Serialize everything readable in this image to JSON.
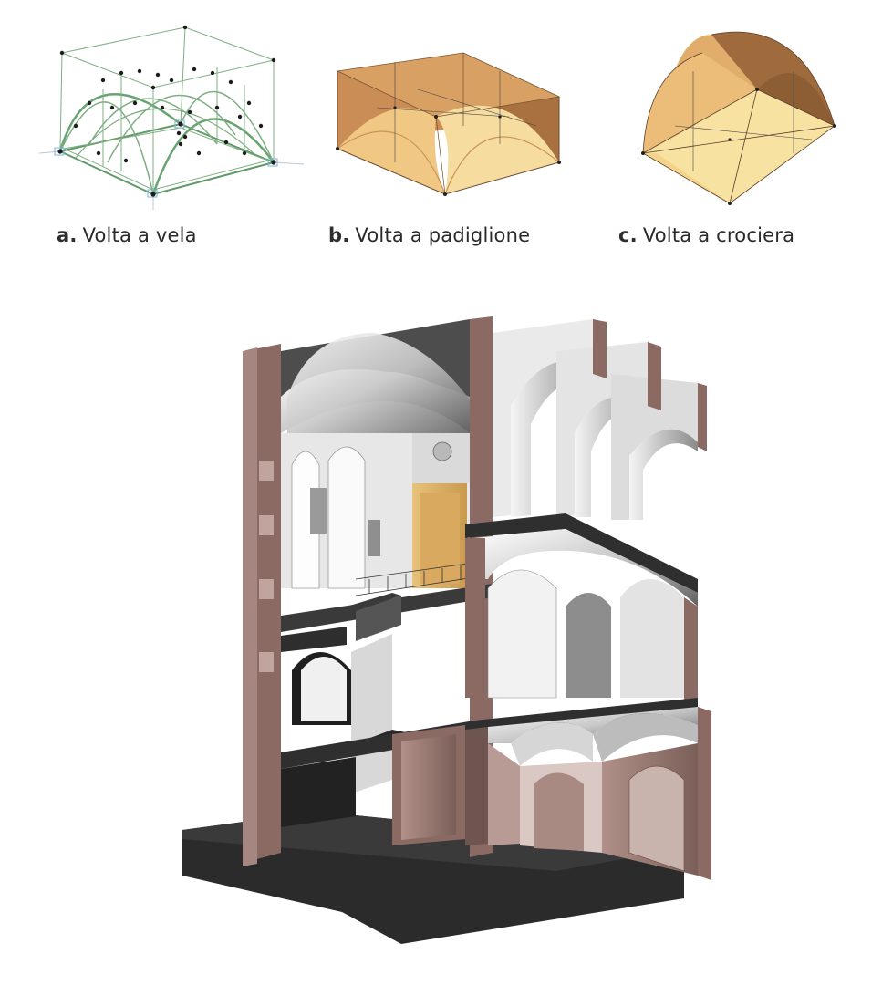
{
  "vaults": [
    {
      "letter": "a.",
      "label": "Volta a vela",
      "icon": "wireframe-sail-vault-icon"
    },
    {
      "letter": "b.",
      "label": "Volta a padiglione",
      "icon": "cloister-vault-model-icon"
    },
    {
      "letter": "c.",
      "label": "Volta a crociera",
      "icon": "cross-vault-model-icon"
    }
  ],
  "colors": {
    "wire": "#7fae83",
    "vault_light": "#f6dc9a",
    "vault_mid": "#e9b56f",
    "vault_dark": "#9c6a40",
    "masonry": "#8a6a62",
    "ground": "#2b2b2b"
  }
}
